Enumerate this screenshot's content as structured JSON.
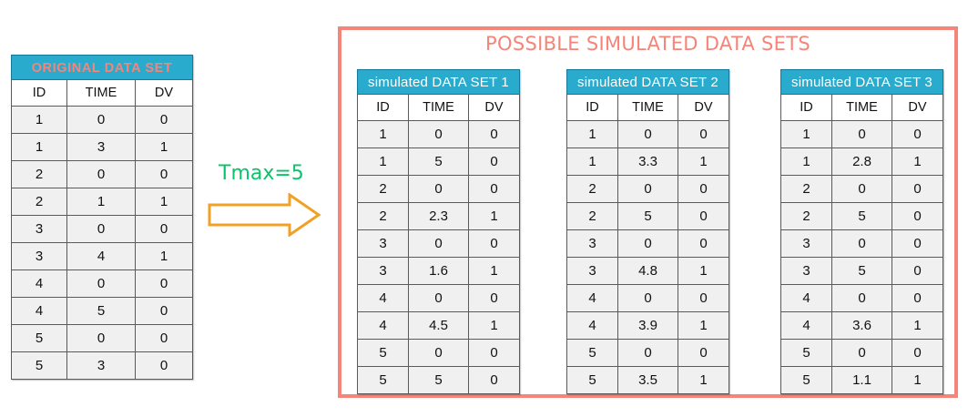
{
  "original_table": {
    "title": "ORIGINAL DATA SET",
    "columns": [
      "ID",
      "TIME",
      "DV"
    ],
    "rows": [
      {
        "id": "1",
        "time": "0",
        "dv": "0",
        "highlight": false
      },
      {
        "id": "1",
        "time": "3",
        "dv": "1",
        "highlight": false
      },
      {
        "id": "2",
        "time": "0",
        "dv": "0",
        "highlight": false
      },
      {
        "id": "2",
        "time": "1",
        "dv": "1",
        "highlight": false
      },
      {
        "id": "3",
        "time": "0",
        "dv": "0",
        "highlight": false
      },
      {
        "id": "3",
        "time": "4",
        "dv": "1",
        "highlight": false
      },
      {
        "id": "4",
        "time": "0",
        "dv": "0",
        "highlight": false
      },
      {
        "id": "4",
        "time": "5",
        "dv": "0",
        "highlight": true
      },
      {
        "id": "5",
        "time": "0",
        "dv": "0",
        "highlight": false
      },
      {
        "id": "5",
        "time": "3",
        "dv": "0",
        "highlight": false
      }
    ]
  },
  "transform": {
    "label": "Tmax=5",
    "arrow_icon": "right-arrow-icon",
    "arrow_color": "#F2A127",
    "label_color": "#0BC36A"
  },
  "panel": {
    "title": "POSSIBLE SIMULATED DATA SETS",
    "border_color": "#F58479",
    "accent_color": "#29ABCE",
    "highlight_color": "#0BC36A"
  },
  "simulated_tables": [
    {
      "title": "simulated  DATA SET 1",
      "columns": [
        "ID",
        "TIME",
        "DV"
      ],
      "rows": [
        {
          "id": "1",
          "time": "0",
          "dv": "0",
          "highlight": false
        },
        {
          "id": "1",
          "time": "5",
          "dv": "0",
          "highlight": true
        },
        {
          "id": "2",
          "time": "0",
          "dv": "0",
          "highlight": false
        },
        {
          "id": "2",
          "time": "2.3",
          "dv": "1",
          "highlight": false
        },
        {
          "id": "3",
          "time": "0",
          "dv": "0",
          "highlight": false
        },
        {
          "id": "3",
          "time": "1.6",
          "dv": "1",
          "highlight": false
        },
        {
          "id": "4",
          "time": "0",
          "dv": "0",
          "highlight": false
        },
        {
          "id": "4",
          "time": "4.5",
          "dv": "1",
          "highlight": false
        },
        {
          "id": "5",
          "time": "0",
          "dv": "0",
          "highlight": false
        },
        {
          "id": "5",
          "time": "5",
          "dv": "0",
          "highlight": true
        }
      ]
    },
    {
      "title": "simulated  DATA SET 2",
      "columns": [
        "ID",
        "TIME",
        "DV"
      ],
      "rows": [
        {
          "id": "1",
          "time": "0",
          "dv": "0",
          "highlight": false
        },
        {
          "id": "1",
          "time": "3.3",
          "dv": "1",
          "highlight": false
        },
        {
          "id": "2",
          "time": "0",
          "dv": "0",
          "highlight": false
        },
        {
          "id": "2",
          "time": "5",
          "dv": "0",
          "highlight": true
        },
        {
          "id": "3",
          "time": "0",
          "dv": "0",
          "highlight": false
        },
        {
          "id": "3",
          "time": "4.8",
          "dv": "1",
          "highlight": false
        },
        {
          "id": "4",
          "time": "0",
          "dv": "0",
          "highlight": false
        },
        {
          "id": "4",
          "time": "3.9",
          "dv": "1",
          "highlight": false
        },
        {
          "id": "5",
          "time": "0",
          "dv": "0",
          "highlight": false
        },
        {
          "id": "5",
          "time": "3.5",
          "dv": "1",
          "highlight": false
        }
      ]
    },
    {
      "title": "simulated  DATA SET 3",
      "columns": [
        "ID",
        "TIME",
        "DV"
      ],
      "rows": [
        {
          "id": "1",
          "time": "0",
          "dv": "0",
          "highlight": false
        },
        {
          "id": "1",
          "time": "2.8",
          "dv": "1",
          "highlight": false
        },
        {
          "id": "2",
          "time": "0",
          "dv": "0",
          "highlight": false
        },
        {
          "id": "2",
          "time": "5",
          "dv": "0",
          "highlight": true
        },
        {
          "id": "3",
          "time": "0",
          "dv": "0",
          "highlight": false
        },
        {
          "id": "3",
          "time": "5",
          "dv": "0",
          "highlight": true
        },
        {
          "id": "4",
          "time": "0",
          "dv": "0",
          "highlight": false
        },
        {
          "id": "4",
          "time": "3.6",
          "dv": "1",
          "highlight": false
        },
        {
          "id": "5",
          "time": "0",
          "dv": "0",
          "highlight": false
        },
        {
          "id": "5",
          "time": "1.1",
          "dv": "1",
          "highlight": false
        }
      ]
    }
  ]
}
